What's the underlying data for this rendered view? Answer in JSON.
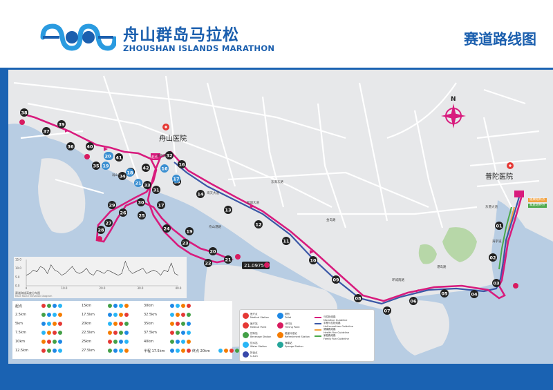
{
  "header": {
    "brand_cn": "舟山群岛马拉松",
    "brand_en": "ZHOUSHAN ISLANDS MARATHON",
    "map_title": "赛道路线图"
  },
  "colors": {
    "brand_blue": "#1b5fae",
    "frame_blue": "#1a62b2",
    "sea": "#b8cde3",
    "land": "#e7e8ea",
    "marathon_route": "#d81b7d",
    "half_marathon_route": "#3a57a6",
    "health_run": "#f2a03c",
    "family_run": "#4aa84a",
    "km_marker": "#222222",
    "half_km_marker": "#3b8fd1"
  },
  "map": {
    "north_label": "N",
    "hospitals": [
      {
        "label": "舟山医院"
      },
      {
        "label": "普陀医院"
      }
    ],
    "start_tag": "起点",
    "half_finish": "21.0975",
    "right_tags": [
      "健康跑终点",
      "家庭跑终点"
    ],
    "roads": [
      "海天大道",
      "新城大道",
      "翁山路",
      "东海东路",
      "金岛路",
      "体育路",
      "海宇道",
      "东港大道",
      "环城南路",
      "舟山港路",
      "港岛路"
    ],
    "km_markers": [
      {
        "n": "01"
      },
      {
        "n": "02"
      },
      {
        "n": "03"
      },
      {
        "n": "04"
      },
      {
        "n": "05"
      },
      {
        "n": "06"
      },
      {
        "n": "07"
      },
      {
        "n": "08"
      },
      {
        "n": "09"
      },
      {
        "n": "10"
      },
      {
        "n": "11"
      },
      {
        "n": "12"
      },
      {
        "n": "13"
      },
      {
        "n": "14"
      },
      {
        "n": "15"
      },
      {
        "n": "16"
      },
      {
        "n": "17"
      },
      {
        "n": "18"
      },
      {
        "n": "19"
      },
      {
        "n": "20"
      },
      {
        "n": "21"
      },
      {
        "n": "22"
      },
      {
        "n": "23"
      },
      {
        "n": "24"
      },
      {
        "n": "25"
      },
      {
        "n": "26"
      },
      {
        "n": "27"
      },
      {
        "n": "28"
      },
      {
        "n": "29"
      },
      {
        "n": "30"
      },
      {
        "n": "31"
      },
      {
        "n": "32"
      },
      {
        "n": "33"
      },
      {
        "n": "34"
      },
      {
        "n": "35"
      },
      {
        "n": "36"
      },
      {
        "n": "37"
      },
      {
        "n": "38"
      },
      {
        "n": "39"
      },
      {
        "n": "40"
      },
      {
        "n": "41"
      },
      {
        "n": "42"
      }
    ],
    "half_km_markers": [
      "15",
      "16",
      "17",
      "18",
      "19",
      "20",
      "21"
    ]
  },
  "elevation": {
    "caption": "赛道海拔高度分布图",
    "caption_en": "Race Route Elevation Diagram",
    "y_ticks": [
      "15.0",
      "10.0",
      "5.0",
      "0.0"
    ],
    "x_ticks": [
      "0",
      "10.0",
      "20.0",
      "30.0",
      "40.0"
    ],
    "profile_m": [
      6,
      7,
      9,
      8,
      11,
      10,
      7,
      12,
      9,
      8,
      6,
      7,
      9,
      11,
      8,
      7,
      8,
      10,
      7,
      6,
      9,
      8,
      7,
      9,
      8,
      7,
      6,
      7,
      14,
      9,
      7,
      8,
      9,
      10,
      7,
      8,
      9,
      8,
      6,
      9,
      8,
      13,
      7,
      6
    ]
  },
  "supply": {
    "rows": [
      [
        "起点",
        "15km",
        "30km"
      ],
      [
        "2.5km",
        "17.5km",
        "32.5km"
      ],
      [
        "5km",
        "20km",
        "35km"
      ],
      [
        "7.5km",
        "22.5km",
        "37.5km"
      ],
      [
        "10km",
        "25km",
        "40km"
      ],
      [
        "12.5km",
        "27.5km",
        "半程 17.5km",
        "终点 20km"
      ]
    ]
  },
  "legend": {
    "items": [
      {
        "cn": "医疗点",
        "en": "Medical Station",
        "color": "#e53935"
      },
      {
        "cn": "厕所",
        "en": "Toilet",
        "color": "#1e88e5"
      },
      {
        "cn": "医疗站",
        "en": "Medical Point",
        "color": "#e53935"
      },
      {
        "cn": "计时点",
        "en": "Timing Point",
        "color": "#d81b60"
      },
      {
        "cn": "饮料站",
        "en": "Beverage Station",
        "color": "#43a047"
      },
      {
        "cn": "能量补给站",
        "en": "Refreshment Station",
        "color": "#f57c00"
      },
      {
        "cn": "饮水站",
        "en": "Water Station",
        "color": "#29b6f6"
      },
      {
        "cn": "海绵站",
        "en": "Sponge Station",
        "color": "#26a69a"
      },
      {
        "cn": "折返点",
        "en": "U-turn",
        "color": "#3949ab"
      }
    ],
    "lines": [
      {
        "cn": "马拉松线路",
        "en": "Marathon Guideline",
        "color": "#d81b7d"
      },
      {
        "cn": "半程马拉松线路",
        "en": "Half-marathon Guideline",
        "color": "#3a57a6"
      },
      {
        "cn": "健康跑线路",
        "en": "Health Run Guideline",
        "color": "#f2a03c"
      },
      {
        "cn": "家庭跑线路",
        "en": "Family Run Guideline",
        "color": "#4aa84a"
      }
    ]
  }
}
